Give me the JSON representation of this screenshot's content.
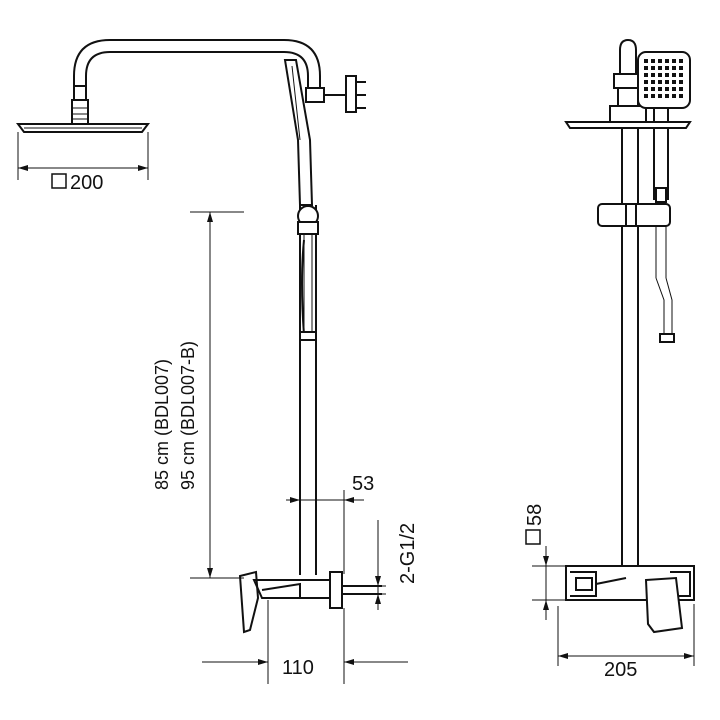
{
  "drawing": {
    "head_size_label": "200",
    "height_label_1": "85 cm (BDL007)",
    "height_label_2": "95 cm (BDL007-B)",
    "pipe_offset_label": "53",
    "connection_label": "2-G1/2",
    "projection_label": "110",
    "mixer_size_label": "58",
    "width_label": "205"
  },
  "icons": {
    "square_symbol": "square-symbol-icon"
  }
}
